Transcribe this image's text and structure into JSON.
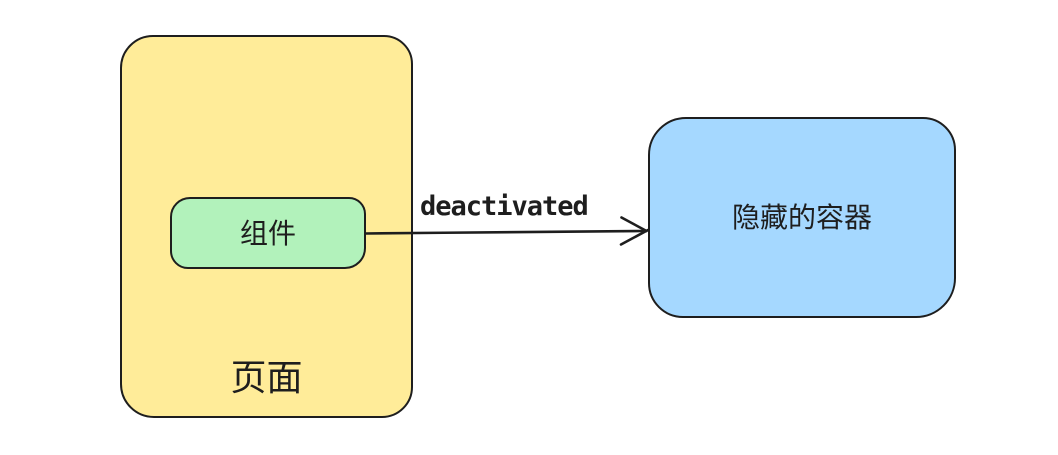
{
  "diagram": {
    "background_color": "#ffffff",
    "stroke_color": "#1e1e1e",
    "text_color": "#1e1e1e",
    "nodes": [
      {
        "id": "page",
        "label": "页面",
        "fill": "#ffec99",
        "shape": "rounded-rectangle",
        "label_position": "bottom"
      },
      {
        "id": "component",
        "label": "组件",
        "fill": "#b2f2bb",
        "shape": "rounded-rectangle",
        "label_position": "center",
        "parent": "page"
      },
      {
        "id": "hidden-container",
        "label": "隐藏的容器",
        "fill": "#a5d8ff",
        "shape": "rounded-rectangle",
        "label_position": "center"
      }
    ],
    "edge": {
      "label": "deactivated",
      "from": "component",
      "to": "hidden-container",
      "arrowhead": "open-arrow",
      "color": "#1e1e1e"
    }
  }
}
